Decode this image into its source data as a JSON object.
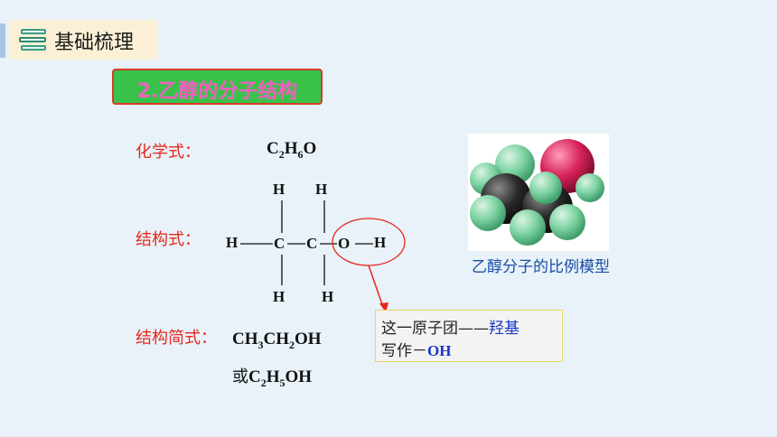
{
  "header": {
    "title": "基础梳理",
    "icon": "stacked-books-icon"
  },
  "section": {
    "title": "2.乙醇的分子结构"
  },
  "labels": {
    "chemical_formula": "化学式：",
    "structural_formula": "结构式：",
    "condensed_formula": "结构简式："
  },
  "formulas": {
    "molecular": {
      "c": "C",
      "c_n": "2",
      "h": "H",
      "h_n": "6",
      "o": "O"
    },
    "condensed_1": {
      "p1": "CH",
      "n1": "3",
      "p2": "CH",
      "n2": "2",
      "p3": "OH"
    },
    "condensed_2": {
      "prefix": "或",
      "p1": "C",
      "n1": "2",
      "p2": "H",
      "n2": "5",
      "p3": "OH"
    }
  },
  "structure": {
    "h_top_1": "H",
    "h_top_2": "H",
    "h_left": "H",
    "c1": "C",
    "c2": "C",
    "o": "O",
    "h_right": "H",
    "h_bottom_1": "H",
    "h_bottom_2": "H"
  },
  "model": {
    "caption": "乙醇分子的比例模型",
    "colors": {
      "carbon": "#2a2a2a",
      "hydrogen": "#7ed3a2",
      "oxygen": "#d8245a"
    }
  },
  "note": {
    "line1_prefix": "这一原子团——",
    "line1_highlight": "羟基",
    "line2_prefix": "写作－",
    "line2_highlight": "OH"
  },
  "colors": {
    "accent_red": "#e8261c",
    "accent_blue": "#1a35c8",
    "section_bg": "#39c24a"
  }
}
